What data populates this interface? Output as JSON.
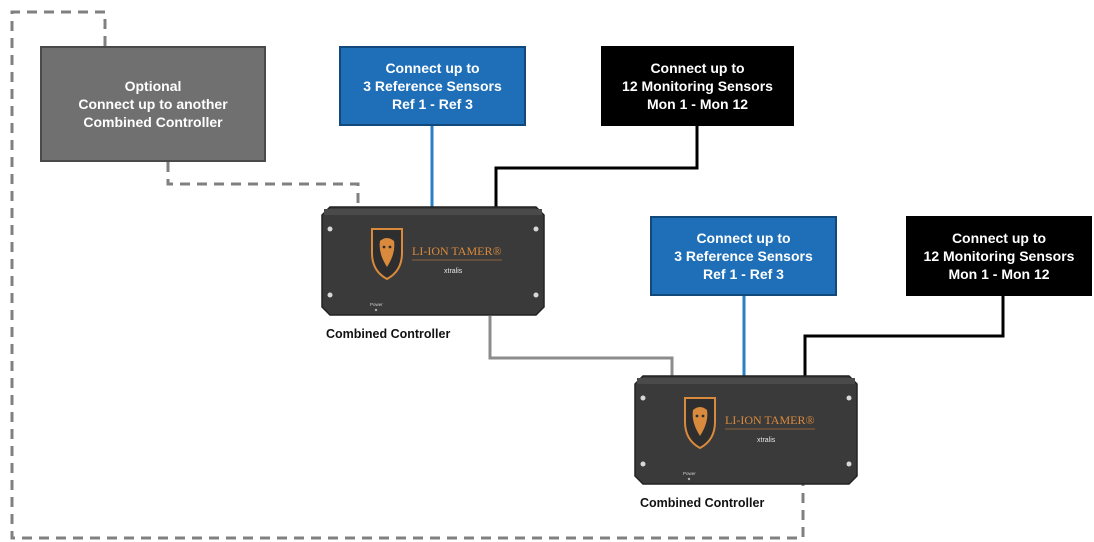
{
  "boxes": {
    "optional": {
      "lines": [
        "Optional",
        "Connect up to another",
        "Combined Controller"
      ],
      "color": "#707070"
    },
    "ref_1": {
      "lines": [
        "Connect up to",
        "3 Reference Sensors",
        "Ref 1 - Ref 3"
      ],
      "color": "#1e6fb8"
    },
    "mon_1": {
      "lines": [
        "Connect up to",
        "12 Monitoring Sensors",
        "Mon 1 - Mon 12"
      ],
      "color": "#000000"
    },
    "ref_2": {
      "lines": [
        "Connect up to",
        "3 Reference Sensors",
        "Ref 1 - Ref 3"
      ],
      "color": "#1e6fb8"
    },
    "mon_2": {
      "lines": [
        "Connect up to",
        "12 Monitoring Sensors",
        "Mon 1 - Mon 12"
      ],
      "color": "#000000"
    }
  },
  "controllers": {
    "c1": {
      "label": "Combined Controller",
      "brand": "LI-ION TAMER®",
      "sub_brand": "xtralis",
      "power": "Power"
    },
    "c2": {
      "label": "Combined Controller",
      "brand": "LI-ION TAMER®",
      "sub_brand": "xtralis",
      "power": "Power"
    }
  },
  "colors": {
    "reference_wire": "#2b7fc4",
    "monitoring_wire": "#000000",
    "link_wire": "#8c8c8c",
    "dashed_wire": "#808080",
    "controller_body": "#3a3a3a",
    "brand_orange": "#d98a3c"
  }
}
